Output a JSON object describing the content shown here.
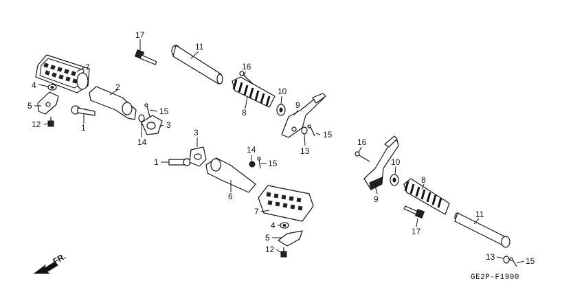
{
  "diagram": {
    "code": "GE2P-F1900",
    "front_label": "FR.",
    "callouts": {
      "l1": "1",
      "l2": "2",
      "l3": "3",
      "l4": "4",
      "l5": "5",
      "l7": "7",
      "l11": "11",
      "l12": "12",
      "l14": "14",
      "l15": "15",
      "l16": "16",
      "l17": "17",
      "l8": "8",
      "l9": "9",
      "l10": "10",
      "l13": "13",
      "l15b": "15",
      "m1": "1",
      "m3": "3",
      "m6": "6",
      "m14": "14",
      "m15": "15",
      "m7": "7",
      "m4": "4",
      "m5": "5",
      "m12": "12",
      "r16": "16",
      "r10": "10",
      "r8": "8",
      "r9": "9",
      "r17": "17",
      "r11": "11",
      "r13": "13",
      "r15": "15"
    }
  }
}
